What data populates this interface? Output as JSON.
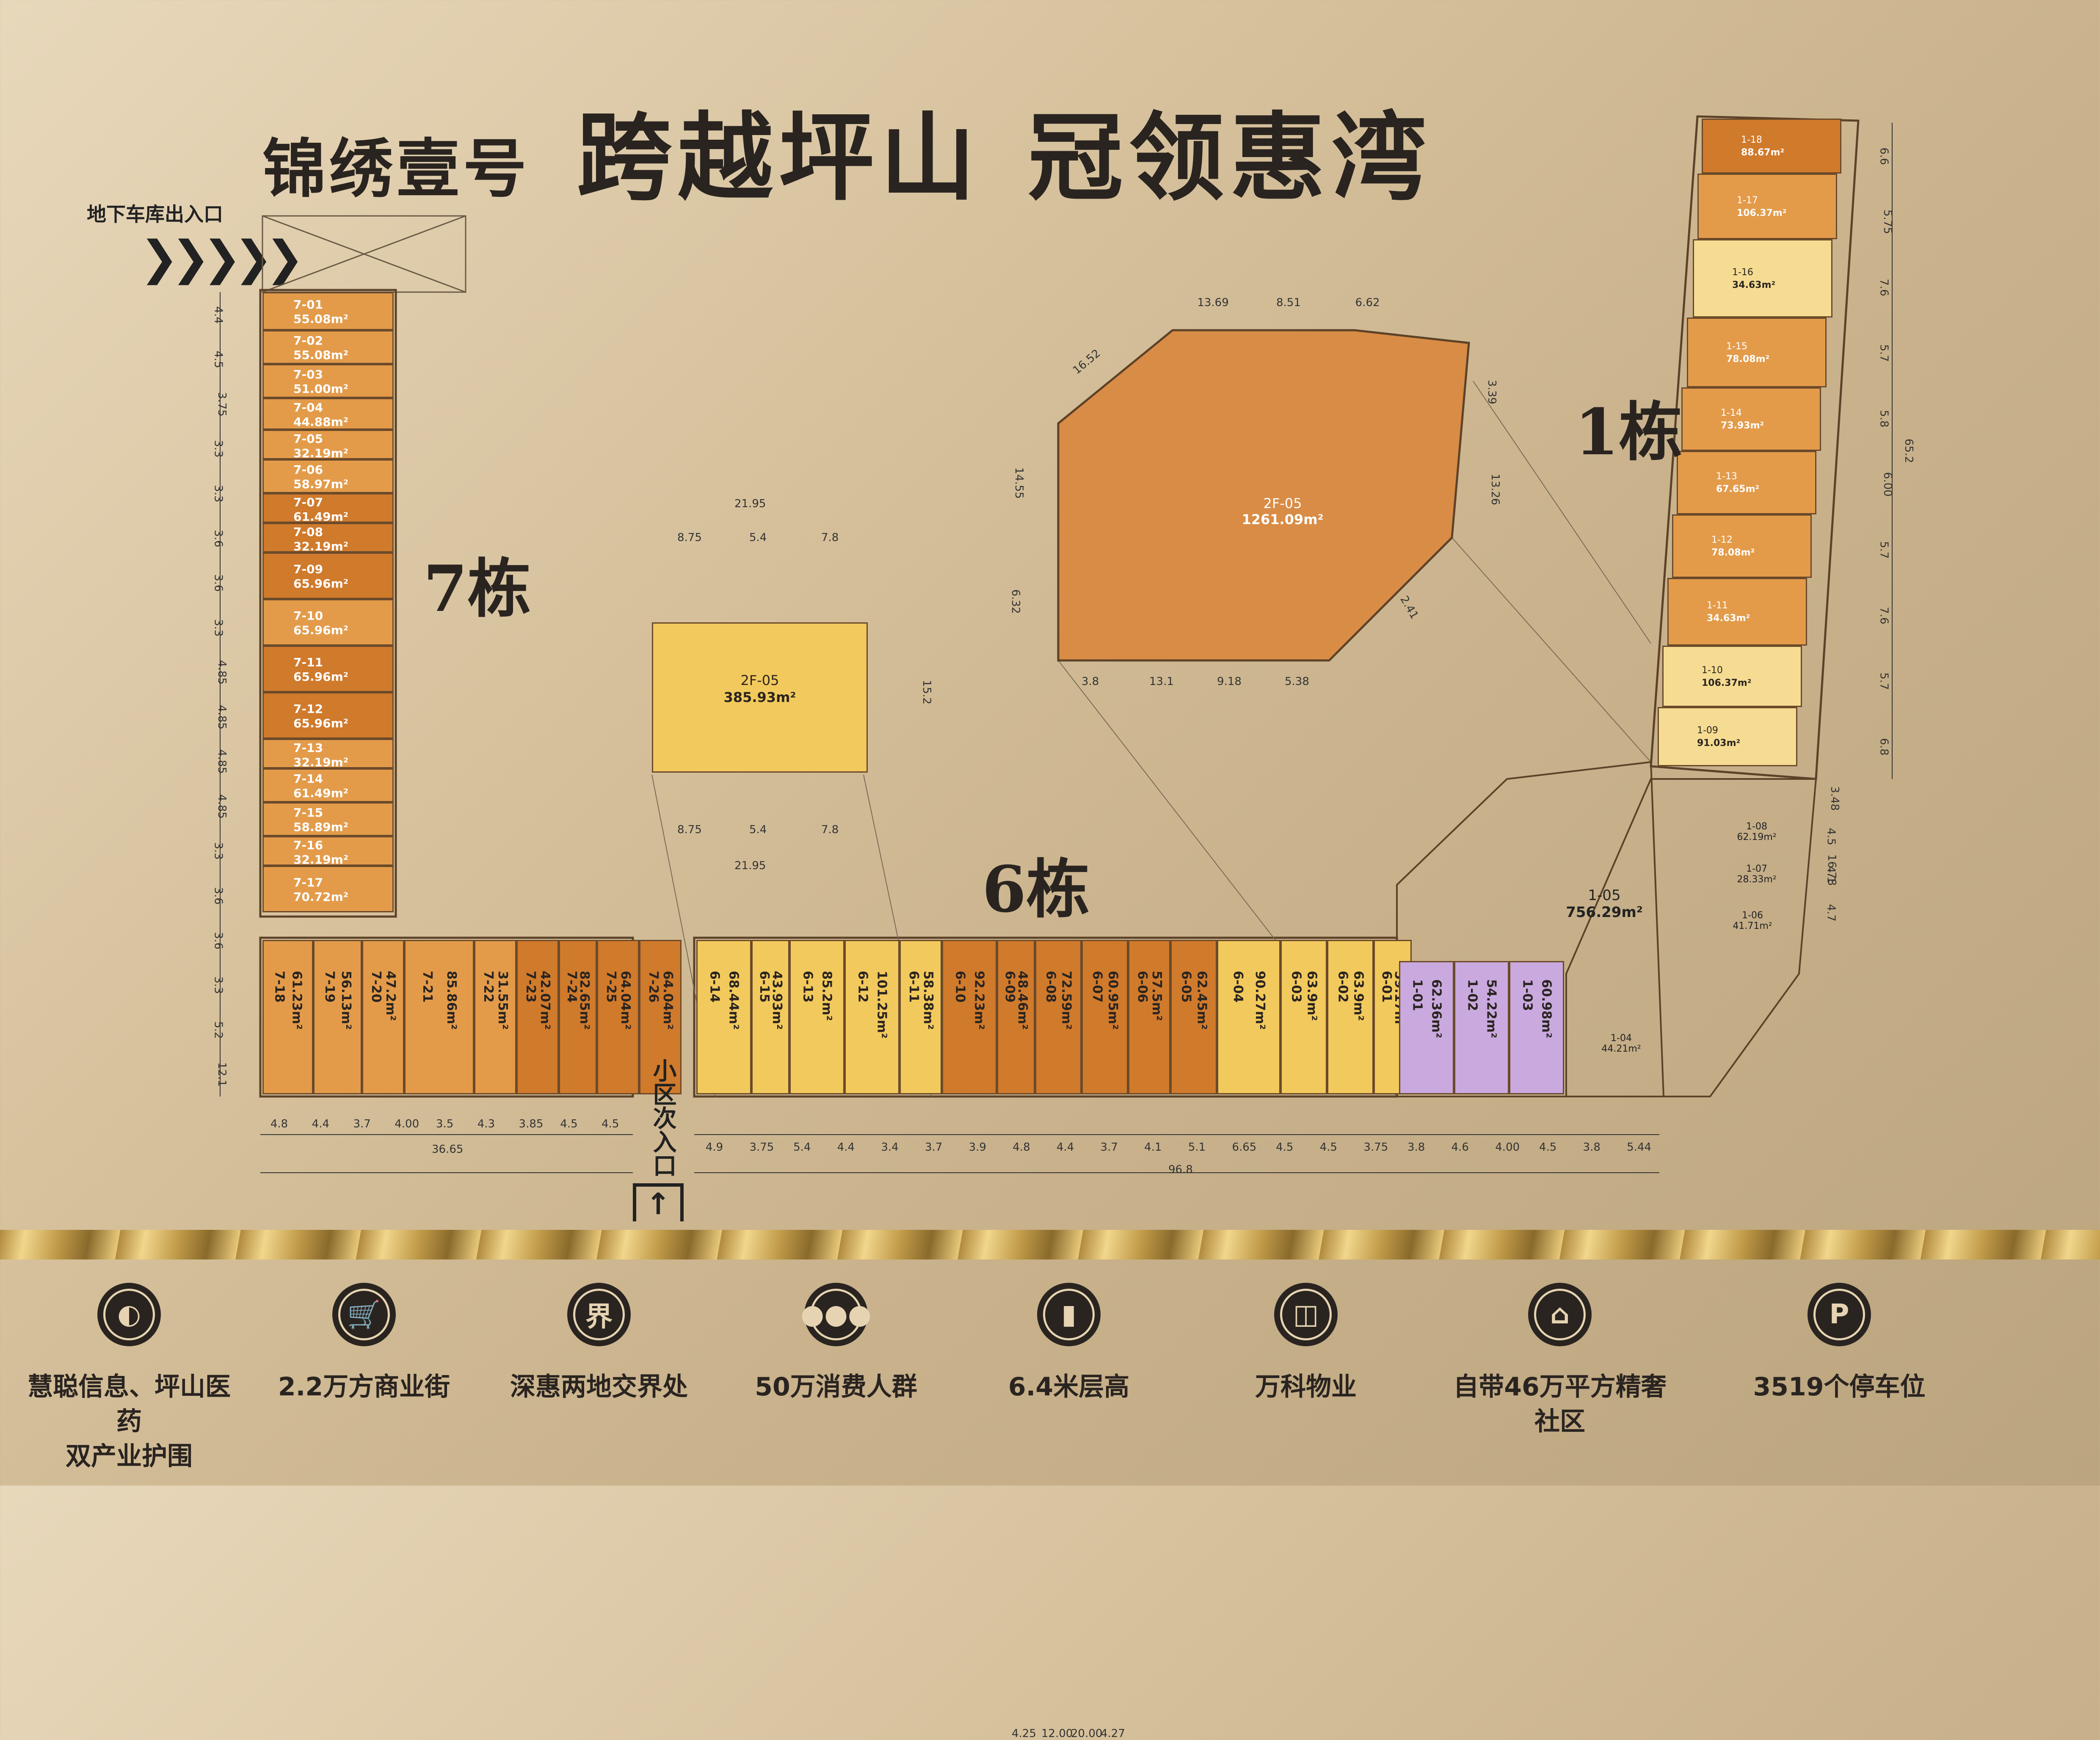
{
  "header": {
    "brand": "锦绣壹号",
    "slogan_1": "跨越坪山",
    "slogan_2": "冠领惠湾"
  },
  "labels": {
    "garage": "地下车库出入口",
    "chevrons": "❯❯❯❯❯",
    "entry": "小区次入口",
    "entry_arrow": "↑",
    "building_7": "7栋",
    "building_6": "6栋",
    "building_1": "1栋"
  },
  "colors": {
    "dark_orange": "#d07a2c",
    "orange": "#e39b4a",
    "yellow": "#f2c95c",
    "light_yellow": "#f6dc92",
    "purple": "#c9a9de",
    "text_dark": "#2a2420"
  },
  "building_7_units": [
    {
      "code": "7-01",
      "area": "55.08m²",
      "shade": "light"
    },
    {
      "code": "7-02",
      "area": "55.08m²",
      "shade": "light"
    },
    {
      "code": "7-03",
      "area": "51.00m²",
      "shade": "light"
    },
    {
      "code": "7-04",
      "area": "44.88m²",
      "shade": "light"
    },
    {
      "code": "7-05",
      "area": "32.19m²",
      "shade": "light"
    },
    {
      "code": "7-06",
      "area": "58.97m²",
      "shade": "light"
    },
    {
      "code": "7-07",
      "area": "61.49m²",
      "shade": "dark"
    },
    {
      "code": "7-08",
      "area": "32.19m²",
      "shade": "dark"
    },
    {
      "code": "7-09",
      "area": "65.96m²",
      "shade": "dark"
    },
    {
      "code": "7-10",
      "area": "65.96m²",
      "shade": "light"
    },
    {
      "code": "7-11",
      "area": "65.96m²",
      "shade": "dark"
    },
    {
      "code": "7-12",
      "area": "65.96m²",
      "shade": "dark"
    },
    {
      "code": "7-13",
      "area": "32.19m²",
      "shade": "light"
    },
    {
      "code": "7-14",
      "area": "61.49m²",
      "shade": "light"
    },
    {
      "code": "7-15",
      "area": "58.89m²",
      "shade": "light"
    },
    {
      "code": "7-16",
      "area": "32.19m²",
      "shade": "light"
    },
    {
      "code": "7-17",
      "area": "70.72m²",
      "shade": "light"
    }
  ],
  "building_7_bottom": [
    {
      "code": "7-18",
      "area": "61.23m²"
    },
    {
      "code": "7-19",
      "area": "56.13m²"
    },
    {
      "code": "7-20",
      "area": "47.2m²"
    },
    {
      "code": "7-21",
      "area": "85.86m²"
    },
    {
      "code": "7-22",
      "area": "31.55m²"
    },
    {
      "code": "7-23",
      "area": "42.07m²"
    },
    {
      "code": "7-24",
      "area": "82.65m²"
    },
    {
      "code": "7-25",
      "area": "64.04m²"
    },
    {
      "code": "7-26",
      "area": "64.04m²"
    }
  ],
  "building_6_units": [
    {
      "code": "6-14",
      "area": "68.44m²",
      "tone": "yellow"
    },
    {
      "code": "6-15",
      "area": "43.93m²",
      "tone": "yellow"
    },
    {
      "code": "6-13",
      "area": "85.2m²",
      "tone": "yellow"
    },
    {
      "code": "6-12",
      "area": "101.25m²",
      "tone": "yellow"
    },
    {
      "code": "6-11",
      "area": "58.38m²",
      "tone": "yellow"
    },
    {
      "code": "6-10",
      "area": "92.23m²",
      "tone": "dark"
    },
    {
      "code": "6-09",
      "area": "48.46m²",
      "tone": "dark"
    },
    {
      "code": "6-08",
      "area": "72.59m²",
      "tone": "dark"
    },
    {
      "code": "6-07",
      "area": "60.95m²",
      "tone": "dark"
    },
    {
      "code": "6-06",
      "area": "57.5m²",
      "tone": "dark"
    },
    {
      "code": "6-05",
      "area": "62.45m²",
      "tone": "dark"
    },
    {
      "code": "6-04",
      "area": "90.27m²",
      "tone": "yellow"
    },
    {
      "code": "6-03",
      "area": "63.9m²",
      "tone": "yellow"
    },
    {
      "code": "6-02",
      "area": "63.9m²",
      "tone": "yellow"
    },
    {
      "code": "6-01",
      "area": "59.17m²",
      "tone": "yellow"
    }
  ],
  "building_1_purple": [
    {
      "code": "1-01",
      "area": "62.36m²"
    },
    {
      "code": "1-02",
      "area": "54.22m²"
    },
    {
      "code": "1-03",
      "area": "60.98m²"
    }
  ],
  "building_1_units": [
    {
      "code": "1-18",
      "area": "88.67m²",
      "tone": "dark"
    },
    {
      "code": "1-17",
      "area": "106.37m²",
      "tone": "orange"
    },
    {
      "code": "1-16",
      "area": "34.63m²",
      "tone": "light"
    },
    {
      "code": "1-15",
      "area": "78.08m²",
      "tone": "orange"
    },
    {
      "code": "1-14",
      "area": "73.93m²",
      "tone": "orange"
    },
    {
      "code": "1-13",
      "area": "67.65m²",
      "tone": "orange"
    },
    {
      "code": "1-12",
      "area": "78.08m²",
      "tone": "orange"
    },
    {
      "code": "1-11",
      "area": "34.63m²",
      "tone": "orange"
    },
    {
      "code": "1-10",
      "area": "106.37m²",
      "tone": "light"
    },
    {
      "code": "1-09",
      "area": "91.03m²",
      "tone": "light"
    }
  ],
  "building_1_small": [
    {
      "code": "1-08",
      "area": "62.19m²"
    },
    {
      "code": "1-07",
      "area": "28.33m²"
    },
    {
      "code": "1-06",
      "area": "41.71m²"
    },
    {
      "code": "1-04",
      "area": "44.21m²"
    }
  ],
  "plaza": {
    "code": "1-05",
    "area": "756.29m²"
  },
  "yellow_2f": {
    "code": "2F-05",
    "area": "385.93m²"
  },
  "big_2f": {
    "code": "2F-05",
    "area": "1261.09m²"
  },
  "dims": {
    "b7_total": "36.65",
    "b6_total": "96.8",
    "yellow_total_top": "21.95",
    "yellow_total_bottom": "21.95",
    "yellow_segs": [
      "8.75",
      "5.4",
      "7.8"
    ],
    "yellow_height": "15.2",
    "big_top": [
      "13.69",
      "8.51",
      "6.62"
    ],
    "big_bottom": [
      "3.8",
      "13.1",
      "9.18",
      "5.38"
    ],
    "big_left": [
      "14.55",
      "6.32"
    ],
    "big_right": [
      "3.39",
      "13.26"
    ],
    "big_diag": [
      "16.52",
      "2.41"
    ],
    "b7_bottom": [
      "4.8",
      "4.4",
      "3.7",
      "4.00",
      "3.5",
      "4.3",
      "3.85",
      "4.5",
      "4.5"
    ],
    "b6_bottom": [
      "4.9",
      "3.75",
      "5.4",
      "4.4",
      "3.4",
      "3.7",
      "3.9",
      "4.8",
      "4.4",
      "3.7",
      "4.1",
      "5.1",
      "6.65",
      "4.5",
      "4.5",
      "3.75",
      "3.8",
      "4.6",
      "4.00",
      "4.5",
      "3.8",
      "5.44"
    ],
    "b7_left": [
      "4.4",
      "4.5",
      "3.75",
      "3.3",
      "3.3",
      "3.6",
      "3.6",
      "3.3",
      "4.85",
      "4.85",
      "4.85",
      "4.85",
      "3.3",
      "3.6",
      "3.6",
      "3.3",
      "5.2",
      "12.1"
    ],
    "b1_right": [
      "6.6",
      "5.75",
      "7.6",
      "5.7",
      "5.8",
      "6.00",
      "5.7",
      "7.6",
      "5.7",
      "6.8"
    ],
    "b1_total": "65.2",
    "b1_lower": [
      "3.48",
      "4.5",
      "4.1",
      "4.7"
    ],
    "b1_lower_total": "16.78",
    "b1_diag": [
      "4.25",
      "12.00",
      "20.00",
      "4.27"
    ]
  },
  "features": [
    {
      "icon": "comet-icon",
      "glyph": "◐",
      "label": "慧聪信息、坪山医药\n双产业护围"
    },
    {
      "icon": "cart-icon",
      "glyph": "🛒",
      "label": "2.2万方商业街"
    },
    {
      "icon": "border-icon",
      "glyph": "界",
      "label": "深惠两地交界处"
    },
    {
      "icon": "people-icon",
      "glyph": "●●●",
      "label": "50万消费人群"
    },
    {
      "icon": "height-icon",
      "glyph": "▮",
      "label": "6.4米层高"
    },
    {
      "icon": "vanke-icon",
      "glyph": "◫",
      "label": "万科物业"
    },
    {
      "icon": "house-icon",
      "glyph": "⌂",
      "label": "自带46万平方精奢社区"
    },
    {
      "icon": "parking-icon",
      "glyph": "P",
      "label": "3519个停车位"
    }
  ]
}
